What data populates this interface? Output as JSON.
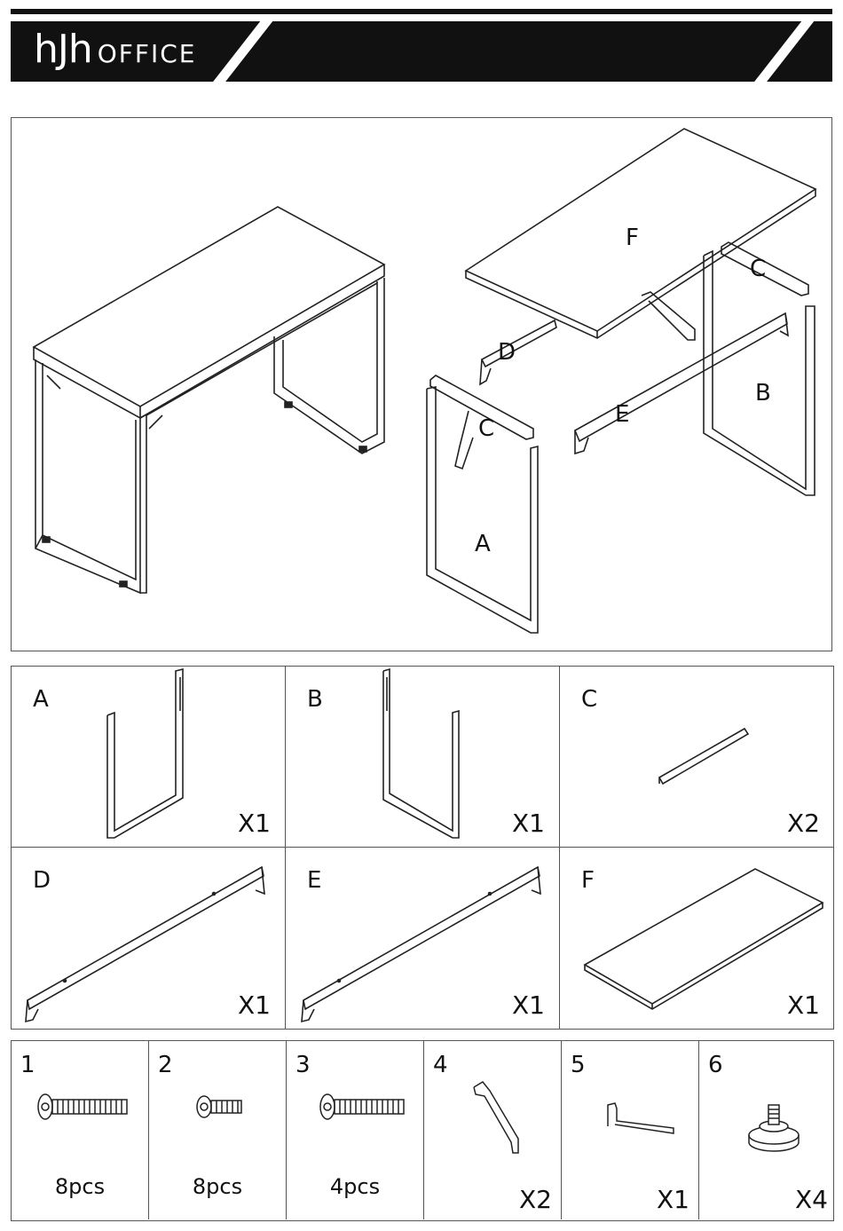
{
  "header": {
    "logo": "hJh",
    "brand_sub": "OFFICE"
  },
  "assembly_labels": {
    "F": "F",
    "C_top": "C",
    "D": "D",
    "B": "B",
    "E": "E",
    "C_left": "C",
    "A": "A"
  },
  "parts": [
    {
      "letter": "A",
      "qty": "X1"
    },
    {
      "letter": "B",
      "qty": "X1"
    },
    {
      "letter": "C",
      "qty": "X2"
    },
    {
      "letter": "D",
      "qty": "X1"
    },
    {
      "letter": "E",
      "qty": "X1"
    },
    {
      "letter": "F",
      "qty": "X1"
    }
  ],
  "hardware": [
    {
      "num": "1",
      "pcs": "8pcs",
      "qty": "",
      "icon": "long-bolt-icon"
    },
    {
      "num": "2",
      "pcs": "8pcs",
      "qty": "",
      "icon": "short-bolt-icon"
    },
    {
      "num": "3",
      "pcs": "4pcs",
      "qty": "",
      "icon": "medium-bolt-icon"
    },
    {
      "num": "4",
      "pcs": "",
      "qty": "X2",
      "icon": "bracket-icon"
    },
    {
      "num": "5",
      "pcs": "",
      "qty": "X1",
      "icon": "allen-key-icon"
    },
    {
      "num": "6",
      "pcs": "",
      "qty": "X4",
      "icon": "leveling-foot-icon"
    }
  ]
}
